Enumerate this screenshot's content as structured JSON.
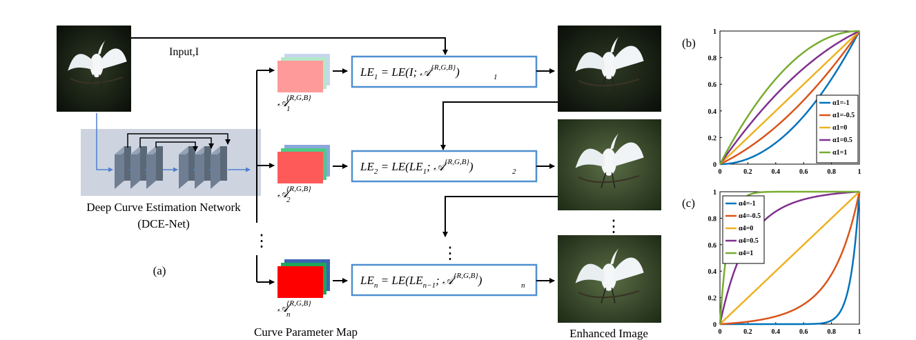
{
  "panel_a": {
    "label": "(a)",
    "input_label": "Input,I",
    "network_name": "Deep Curve Estimation Network",
    "network_abbr": "(DCE-Net)",
    "curve_map_caption": "Curve Parameter Map",
    "enhanced_caption": "Enhanced Image",
    "vertical_dots": "⋮",
    "param_maps": [
      {
        "math": "𝒜",
        "sub": "1",
        "sup": "{R,G,B}",
        "front_color": "#ff9a9a",
        "mid_color": "#b4e8c6",
        "back_color": "#c7d6ee"
      },
      {
        "math": "𝒜",
        "sub": "2",
        "sup": "{R,G,B}",
        "front_color": "#ff5a5a",
        "mid_color": "#4fc987",
        "back_color": "#8aa6dc"
      },
      {
        "math": "𝒜",
        "sub": "n",
        "sup": "{R,G,B}",
        "front_color": "#ff0000",
        "mid_color": "#1fa65a",
        "back_color": "#3e64b2"
      }
    ],
    "le_boxes": [
      {
        "lhs": "LE",
        "lhs_sub": "1",
        "rhs": "= LE(I; 𝒜",
        "rhs_sub": "1",
        "rhs_sup": "{R,G,B}",
        "close": ")"
      },
      {
        "lhs": "LE",
        "lhs_sub": "2",
        "rhs": "= LE(LE",
        "rhs_mid_sub": "1",
        "rhs2": "; 𝒜",
        "rhs_sub": "2",
        "rhs_sup": "{R,G,B}",
        "close": ")"
      },
      {
        "lhs": "LE",
        "lhs_sub": "n",
        "rhs": "= LE(LE",
        "rhs_mid_sub": "n−1",
        "rhs2": "; 𝒜",
        "rhs_sub": "n",
        "rhs_sup": "{R,G,B}",
        "close": ")"
      }
    ],
    "colors": {
      "box_border": "#4f8fd0",
      "arrow": "#000000",
      "net_bg": "#cdd4e0",
      "net_arrow": "#4f7fd0",
      "layer": "#6f7e92"
    }
  },
  "chart_data": [
    {
      "panel_label": "(b)",
      "type": "line",
      "xlim": [
        0,
        1
      ],
      "ylim": [
        0,
        1
      ],
      "xticks": [
        "0",
        "0.2",
        "0.4",
        "0.6",
        "0.8",
        "1"
      ],
      "yticks": [
        "0",
        "0.2",
        "0.4",
        "0.6",
        "0.8",
        "1"
      ],
      "legend_position": "bottom-right",
      "iterations": 1,
      "series": [
        {
          "name": "α1=-1",
          "alpha": -1,
          "color": "#0072bd"
        },
        {
          "name": "α1=-0.5",
          "alpha": -0.5,
          "color": "#d95319"
        },
        {
          "name": "α1=0",
          "alpha": 0,
          "color": "#edb120"
        },
        {
          "name": "α1=0.5",
          "alpha": 0.5,
          "color": "#7e2f8e"
        },
        {
          "name": "α1=1",
          "alpha": 1,
          "color": "#77ac30"
        }
      ]
    },
    {
      "panel_label": "(c)",
      "type": "line",
      "xlim": [
        0,
        1
      ],
      "ylim": [
        0,
        1
      ],
      "xticks": [
        "0",
        "0.2",
        "0.4",
        "0.6",
        "0.8",
        "1"
      ],
      "yticks": [
        "0",
        "0.2",
        "0.4",
        "0.6",
        "0.8",
        "1"
      ],
      "legend_position": "top-left",
      "iterations": 4,
      "series": [
        {
          "name": "α4=-1",
          "alpha": -1,
          "color": "#0072bd"
        },
        {
          "name": "α4=-0.5",
          "alpha": -0.5,
          "color": "#d95319"
        },
        {
          "name": "α4=0",
          "alpha": 0,
          "color": "#edb120"
        },
        {
          "name": "α4=0.5",
          "alpha": 0.5,
          "color": "#7e2f8e"
        },
        {
          "name": "α4=1",
          "alpha": 1,
          "color": "#77ac30"
        }
      ]
    }
  ]
}
